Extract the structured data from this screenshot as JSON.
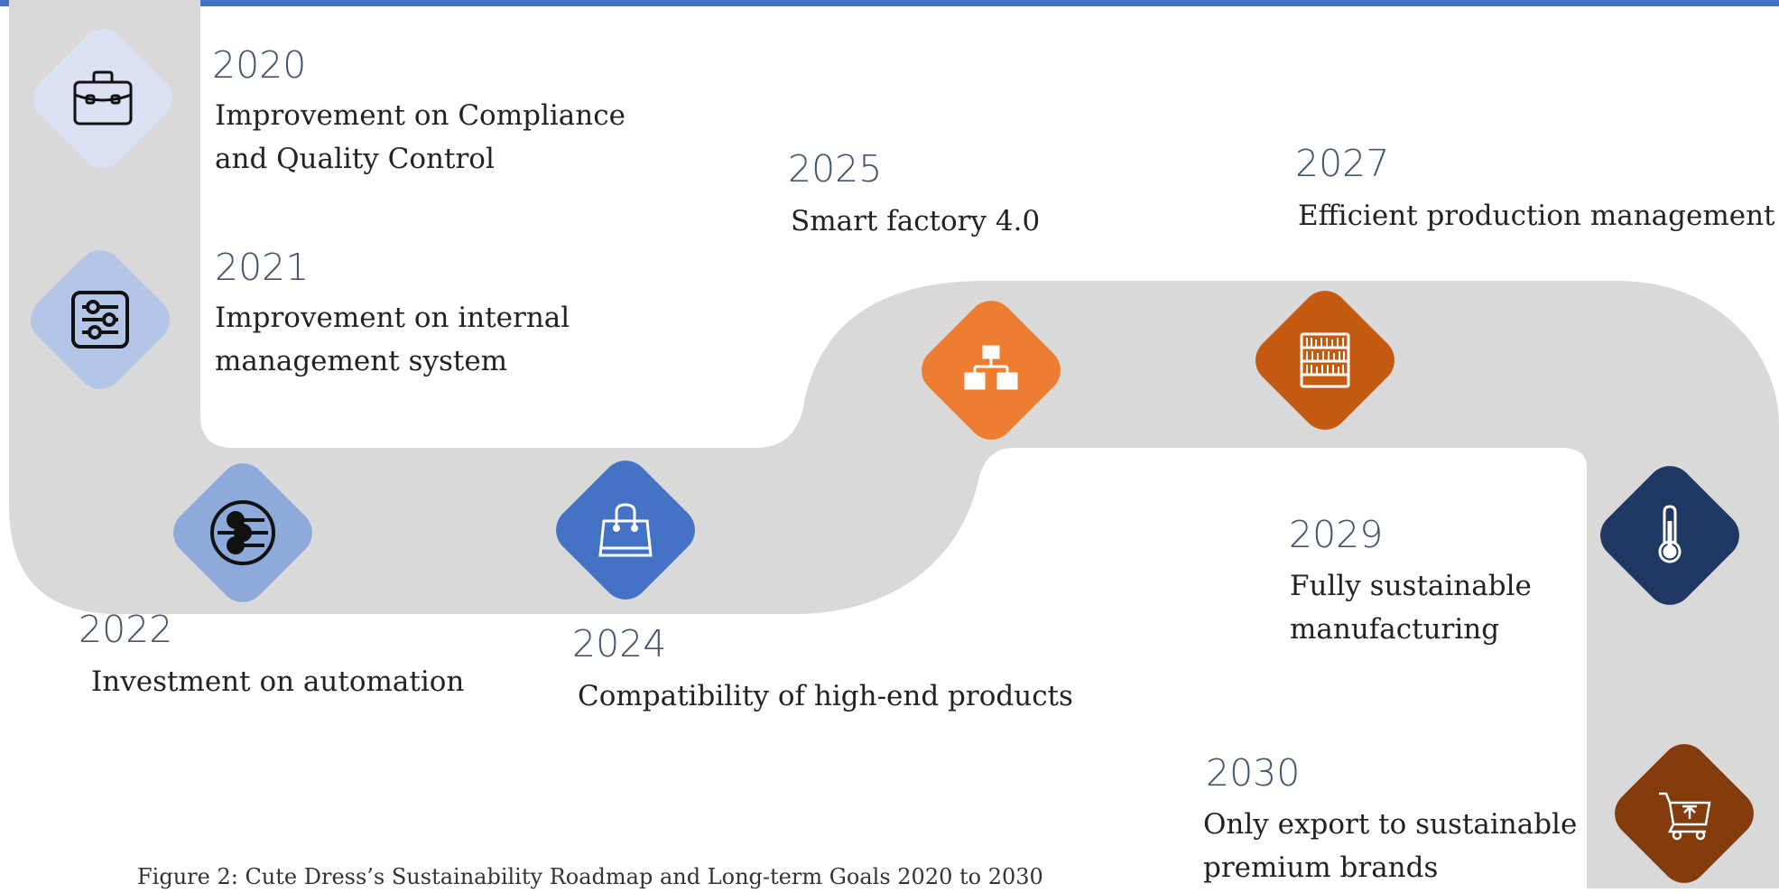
{
  "colors": {
    "top_bar": "#4472c4",
    "road": "#d9d9d9",
    "m2020": "#d9e1f2",
    "m2021": "#b4c6e7",
    "m2022": "#8eaadb",
    "m2024": "#4472c4",
    "m2025": "#ed7d31",
    "m2027": "#c55a11",
    "m2029": "#203864",
    "m2030": "#843c0c",
    "year_text": "#44546a"
  },
  "milestones": [
    {
      "year": "2020",
      "line1": "Improvement on Compliance",
      "line2": "and Quality Control",
      "icon": "briefcase-icon"
    },
    {
      "year": "2021",
      "line1": "Improvement on internal",
      "line2": "management system",
      "icon": "settings-sliders-icon"
    },
    {
      "year": "2022",
      "line1": "Investment on automation",
      "line2": "",
      "icon": "automation-network-icon"
    },
    {
      "year": "2024",
      "line1": "Compatibility of high-end products",
      "line2": "",
      "icon": "shopping-bag-icon"
    },
    {
      "year": "2025",
      "line1": "Smart factory 4.0",
      "line2": "",
      "icon": "org-chart-icon"
    },
    {
      "year": "2027",
      "line1": "Efficient production management",
      "line2": "",
      "icon": "shelving-icon"
    },
    {
      "year": "2029",
      "line1": "Fully sustainable",
      "line2": "manufacturing",
      "icon": "thermometer-icon"
    },
    {
      "year": "2030",
      "line1": "Only export to sustainable",
      "line2": "premium brands",
      "icon": "shopping-cart-upload-icon"
    }
  ],
  "caption": "Figure 2: Cute Dress’s Sustainability Roadmap and Long-term Goals 2020 to 2030"
}
